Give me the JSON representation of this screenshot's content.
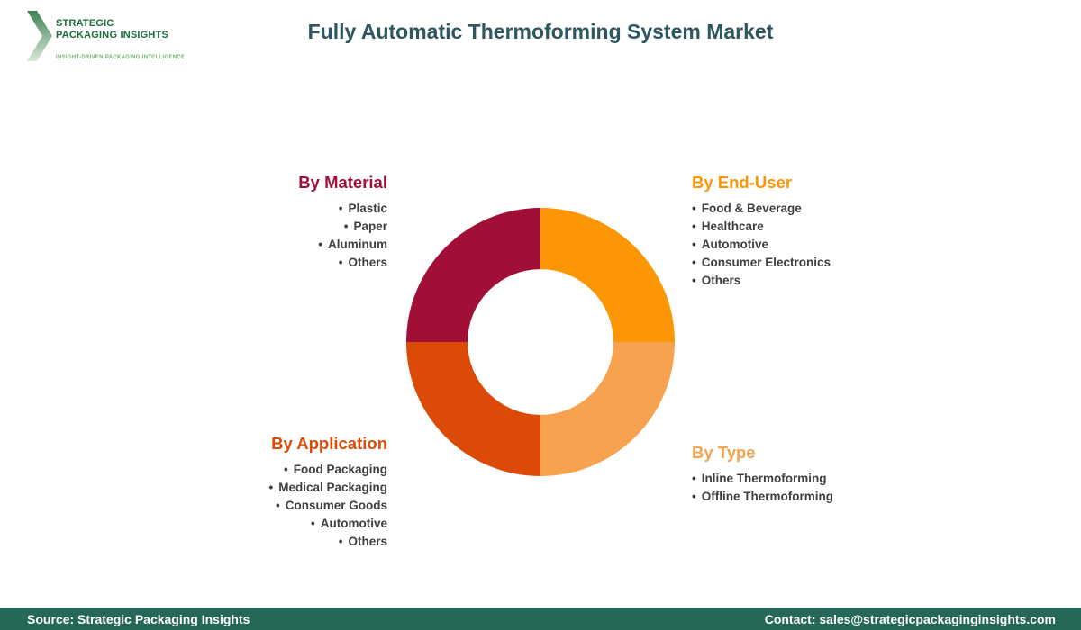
{
  "header": {
    "logo": {
      "name_line1": "STRATEGIC",
      "name_line2": "PACKAGING INSIGHTS",
      "tagline": "INSIGHT-DRIVEN PACKAGING INTELLIGENCE"
    },
    "title": "Fully Automatic Thermoforming System Market"
  },
  "chart_data": {
    "type": "pie",
    "donut": true,
    "title": "Fully Automatic Thermoforming System Market",
    "inner_radius_ratio": 0.543,
    "legend_position": "around-quadrants",
    "segments": [
      {
        "label": "By End-User",
        "value": 25,
        "color": "#FC9605",
        "position": "top-right",
        "items": [
          "Food & Beverage",
          "Healthcare",
          "Automotive",
          "Consumer Electronics",
          "Others"
        ]
      },
      {
        "label": "By Type",
        "value": 25,
        "color": "#F6A24F",
        "position": "bottom-right",
        "items": [
          "Inline Thermoforming",
          "Offline Thermoforming"
        ]
      },
      {
        "label": "By Application",
        "value": 25,
        "color": "#DC4A08",
        "position": "bottom-left",
        "items": [
          "Food Packaging",
          "Medical Packaging",
          "Consumer Goods",
          "Automotive",
          "Others"
        ]
      },
      {
        "label": "By Material",
        "value": 25,
        "color": "#A10F36",
        "position": "top-left",
        "items": [
          "Plastic",
          "Paper",
          "Aluminum",
          "Others"
        ]
      }
    ]
  },
  "footer": {
    "source": "Source: Strategic Packaging Insights",
    "contact": "Contact: sales@strategicpackaginginsights.com"
  },
  "colors": {
    "title": "#2C5660",
    "footer_bg": "#266857",
    "logo_green": "#1A6B3C",
    "tagline_green": "#71B271",
    "list_text": "#3F3F3F",
    "chevron_top": "#3F8254",
    "chevron_bottom": "#D8E8D8"
  }
}
